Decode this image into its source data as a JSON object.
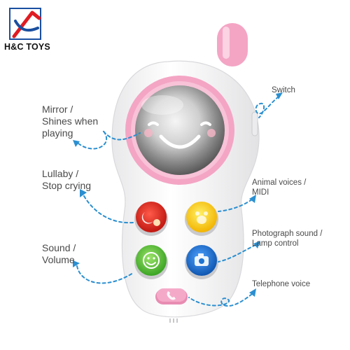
{
  "brand": {
    "name": "H&C TOYS",
    "logo_colors": [
      "#e01b22",
      "#1a4fa0"
    ]
  },
  "labels": {
    "mirror": "Mirror /\nShines when\nplaying",
    "lullaby": "Lullaby /\nStop crying",
    "sound": "Sound /\nVolume",
    "switch": "Switch",
    "animal": "Animal voices /\nMIDI",
    "photograph": "Photograph sound /\nLamp control",
    "telephone": "Telephone voice"
  },
  "colors": {
    "toy_body": "#f8f8f8",
    "pink": "#f2a6c2",
    "arrow": "#2b8fd0",
    "red_button": "#e0241e",
    "yellow_button": "#ffd21a",
    "green_button": "#64c83a",
    "blue_button": "#1d74d2"
  },
  "icons": {
    "red_button": "moon-baby-icon",
    "yellow_button": "animal-icon",
    "green_button": "smiley-icon",
    "blue_button": "camera-icon",
    "pink_button": "phone-icon"
  }
}
